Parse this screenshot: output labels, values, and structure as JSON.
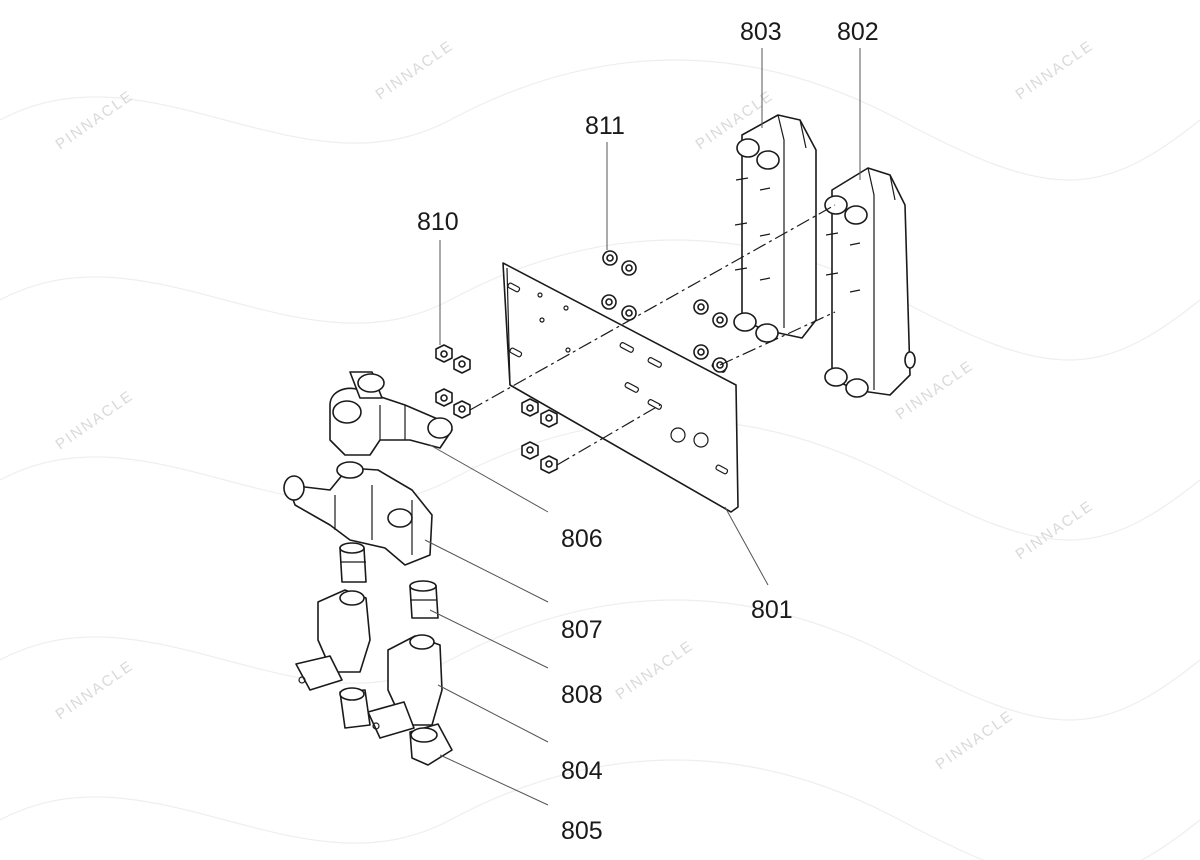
{
  "diagram": {
    "watermark_text": "PINNACLE",
    "callouts": {
      "c801": "801",
      "c802": "802",
      "c803": "803",
      "c804": "804",
      "c805": "805",
      "c806": "806",
      "c807": "807",
      "c808": "808",
      "c810": "810",
      "c811": "811"
    }
  }
}
